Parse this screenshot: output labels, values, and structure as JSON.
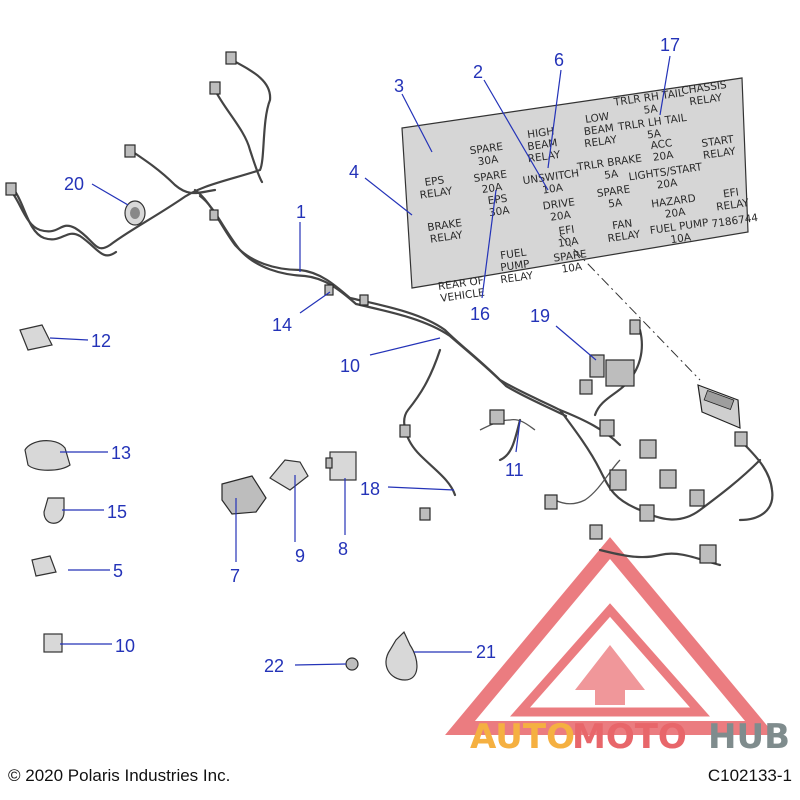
{
  "relay_label": {
    "cells": [
      "EPS\nRELAY",
      "SPARE\n30A",
      "HIGH\nBEAM\nRELAY",
      "LOW\nBEAM\nRELAY",
      "TRLR RH TAIL\n5A",
      "CHASSIS\nRELAY",
      "SPARE\n20A",
      "UNSWITCH\n10A",
      "TRLR LH TAIL\n5A",
      "BRAKE\nRELAY",
      "EPS\n30A",
      "DRIVE\n20A",
      "TRLR BRAKE\n5A",
      "ACC\n20A",
      "START\nRELAY",
      "SPARE\n5A",
      "LIGHTS/START\n20A",
      "REAR OF\nVEHICLE",
      "FUEL\nPUMP\nRELAY",
      "EFI\n10A",
      "FAN\nRELAY",
      "HAZARD\n20A",
      "EFI\nRELAY",
      "SPARE\n10A",
      "FUEL PUMP\n10A",
      "7186744"
    ]
  },
  "callouts": [
    "1",
    "2",
    "3",
    "4",
    "5",
    "6",
    "7",
    "8",
    "9",
    "10",
    "10",
    "11",
    "12",
    "13",
    "14",
    "15",
    "16",
    "17",
    "18",
    "19",
    "20",
    "21",
    "22"
  ],
  "watermark": {
    "part1": "AUTO",
    "part2": "MOTO",
    "part3": "HUB",
    "colors": {
      "logo": "#e8666a",
      "auto": "#f5b041",
      "moto": "#e8666a",
      "hub": "#7f8c8d"
    }
  },
  "footer": {
    "copyright": "© 2020 Polaris Industries Inc.",
    "figure_id": "C102133-1"
  }
}
